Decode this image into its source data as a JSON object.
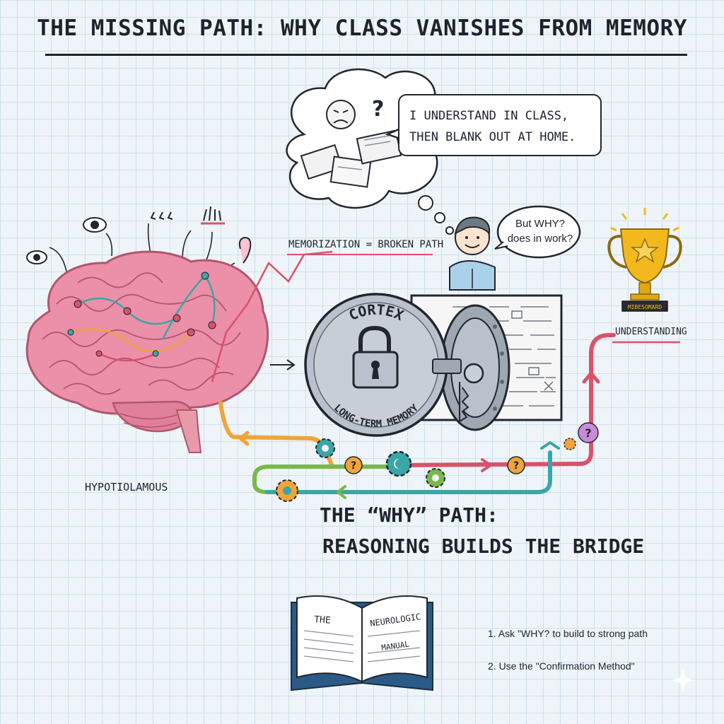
{
  "title": "THE MISSING PATH: WHY CLASS VANISHES FROM MEMORY",
  "thought_bubble": {
    "question_mark": "?"
  },
  "speech": {
    "text": "I UNDERSTAND IN CLASS, THEN BLANK OUT AT HOME."
  },
  "student": {
    "question": "But WHY? does in work?"
  },
  "memorization_label": "MEMORIZATION = BROKEN PATH",
  "brain_label": "HYPOTIOLAMOUS",
  "vault": {
    "top_text": "CORTEX",
    "bottom_text": "LONG-TERM MEMORY"
  },
  "trophy": {
    "plaque": "MIBESOMARD"
  },
  "understanding_label": "UNDERSTANDING",
  "why_path": {
    "line1": "THE “WHY” PATH:",
    "line2": "REASONING BUILDS THE BRIDGE"
  },
  "book": {
    "left_page": "THE",
    "right_page_1": "NEUROLOGIC",
    "right_page_2": "MANUAL"
  },
  "tips": [
    "1. Ask \"WHY? to build to strong path",
    "2. Use the \"Confirmation Method\""
  ],
  "colors": {
    "brain_pink": "#ec8fa8",
    "path_orange": "#f0a43a",
    "path_red": "#d9526a",
    "path_teal": "#3aa6a6",
    "path_green": "#79b84a",
    "trophy_gold": "#f2b81e",
    "vault_gray": "#b9c2cc",
    "ink": "#1f2330"
  }
}
